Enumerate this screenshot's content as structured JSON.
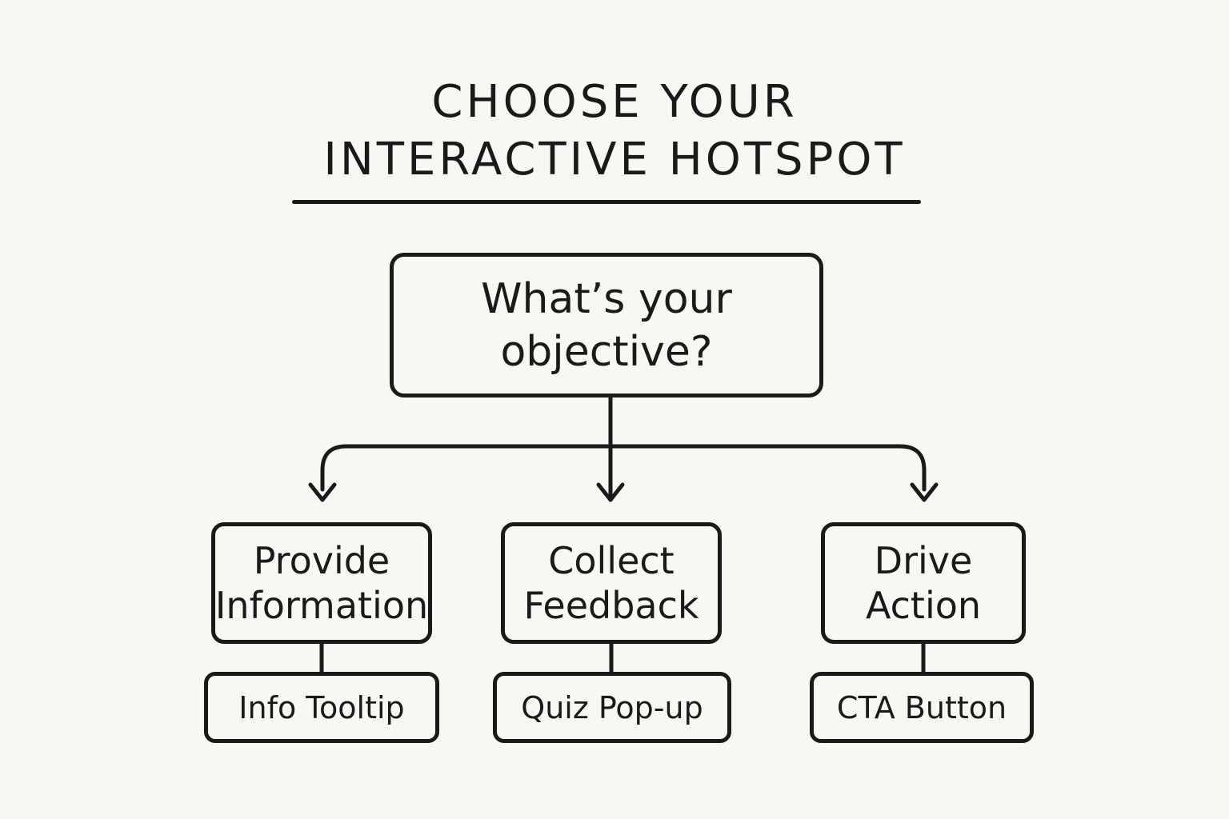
{
  "diagram": {
    "title_line1": "CHOOSE YOUR",
    "title_line2": "INTERACTIVE HOTSPOT",
    "question": "What’s your\nobjective?",
    "objectives": [
      {
        "label": "Provide\nInformation"
      },
      {
        "label": "Collect\nFeedback"
      },
      {
        "label": "Drive\nAction"
      }
    ],
    "hotspots": [
      {
        "label": "Info Tooltip"
      },
      {
        "label": "Quiz Pop-up"
      },
      {
        "label": "CTA Button"
      }
    ],
    "colors": {
      "background": "#f8f7f3",
      "ink": "#1a1a1a"
    }
  }
}
